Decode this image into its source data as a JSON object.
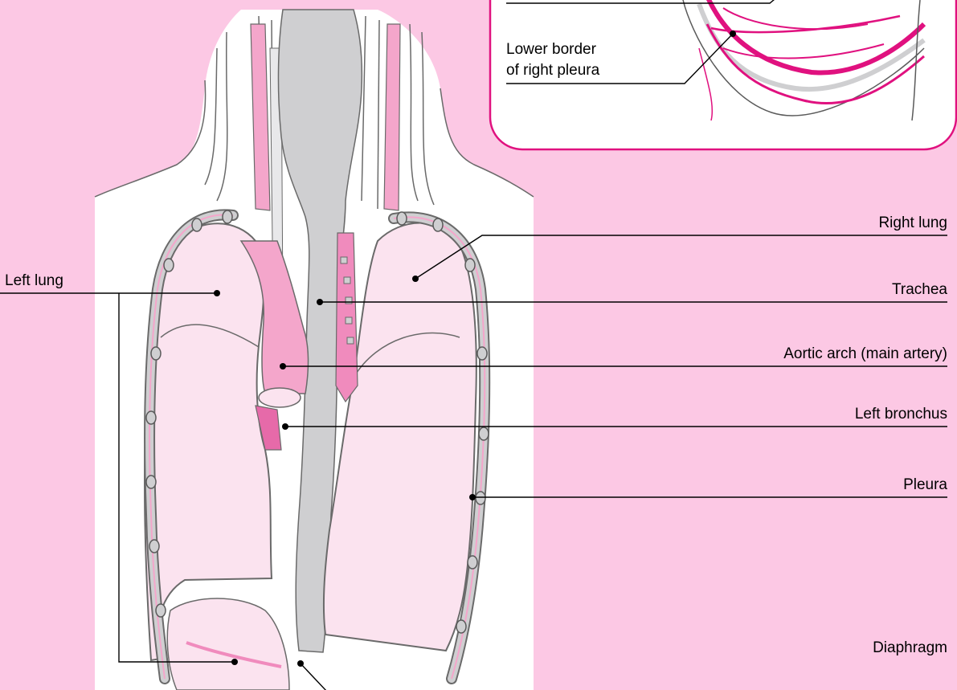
{
  "colors": {
    "background": "#fcc8e4",
    "panel": "#ffffff",
    "lung_fill": "#fbe3ef",
    "vessel_pink": "#f4a6cb",
    "deep_pink": "#e0117f",
    "trachea_gray": "#cfcfd1",
    "outline": "#5a5a5a"
  },
  "labels": {
    "left_lung": "Left lung",
    "right_lung": "Right lung",
    "trachea": "Trachea",
    "aortic_arch": "Aortic arch (main artery)",
    "left_bronchus": "Left bronchus",
    "pleura": "Pleura",
    "diaphragm": "Diaphragm"
  },
  "inset": {
    "lower_border_line1": "Lower border",
    "lower_border_line2": "of right pleura"
  }
}
